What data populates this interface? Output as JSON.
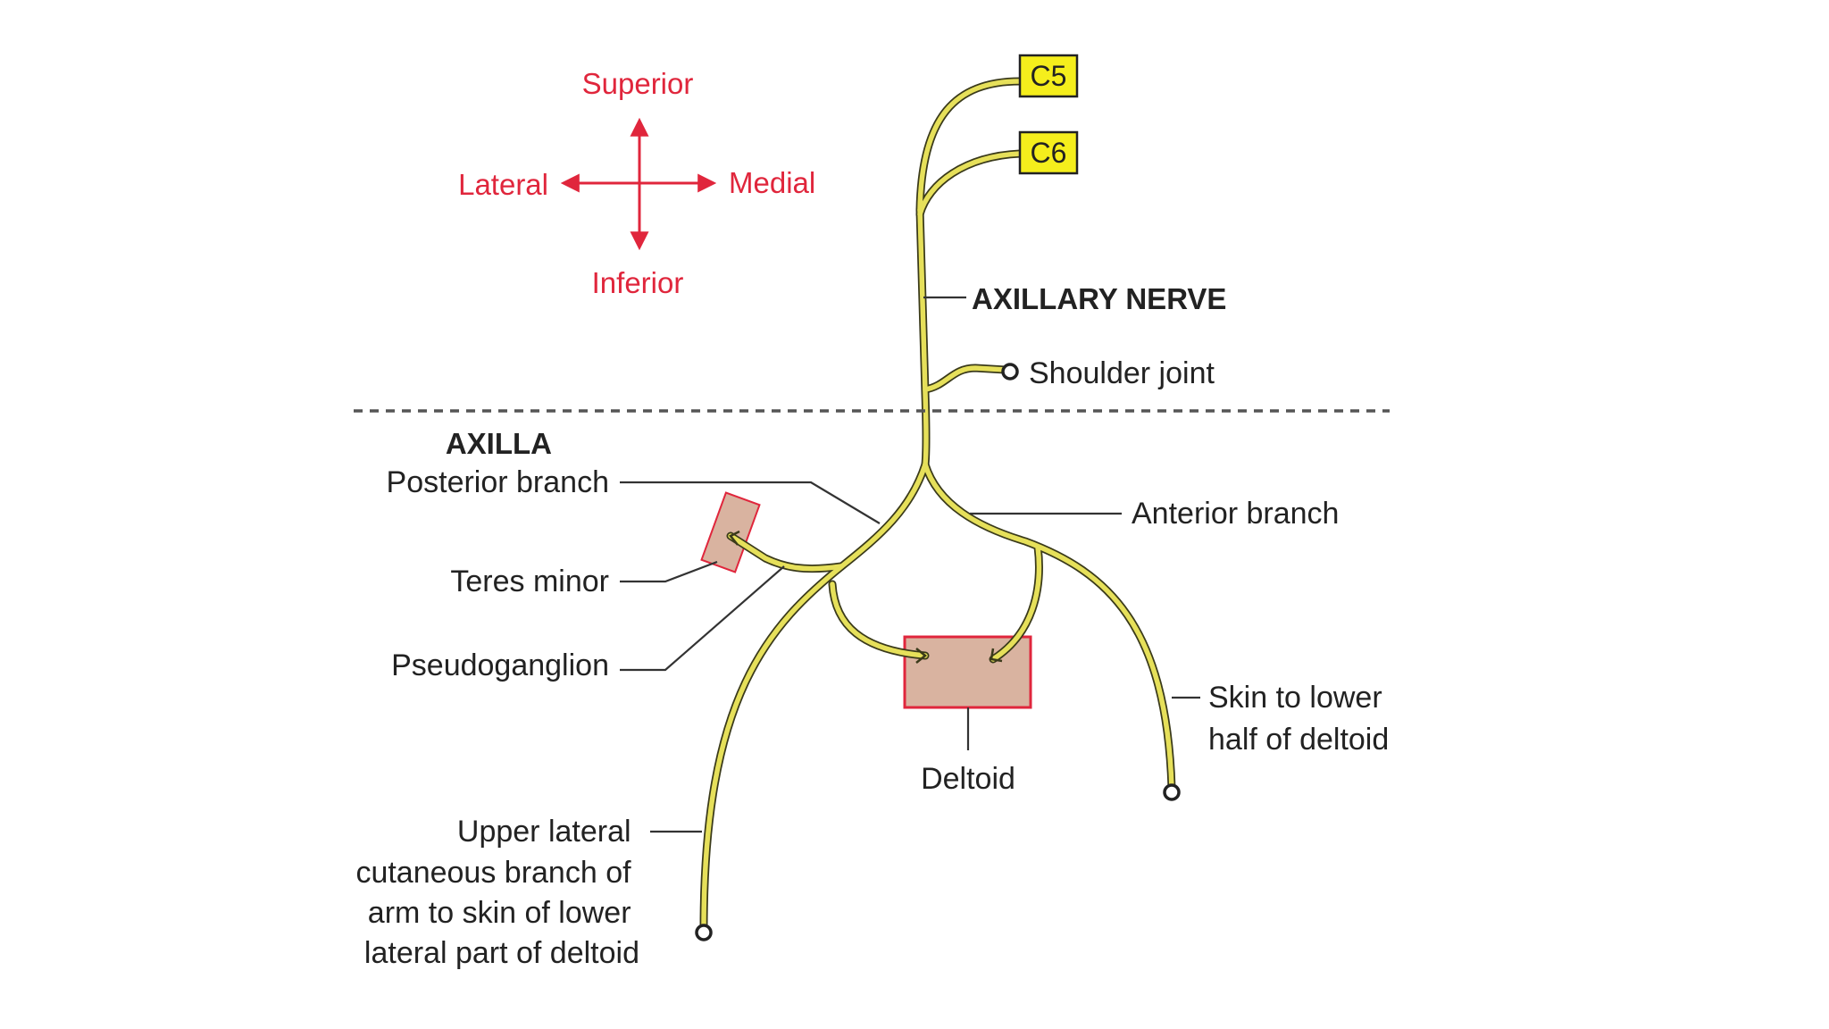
{
  "colors": {
    "nerve": "#e6e05a",
    "nerve_outline": "#3a3a1a",
    "orientation": "#e0263c",
    "root_box": "#f5ee1c",
    "muscle_fill": "#d9b3a0",
    "muscle_border": "#e0263c",
    "text": "#222222"
  },
  "orientation": {
    "superior": "Superior",
    "inferior": "Inferior",
    "lateral": "Lateral",
    "medial": "Medial"
  },
  "roots": {
    "c5": "C5",
    "c6": "C6"
  },
  "labels": {
    "axillary_nerve": "AXILLARY NERVE",
    "shoulder_joint": "Shoulder joint",
    "axilla": "AXILLA",
    "posterior_branch": "Posterior branch",
    "anterior_branch": "Anterior branch",
    "teres_minor": "Teres minor",
    "pseudoganglion": "Pseudoganglion",
    "deltoid": "Deltoid",
    "skin_lower_deltoid": [
      "Skin to lower",
      "half of deltoid"
    ],
    "upper_lateral_cutaneous": [
      "Upper lateral",
      "cutaneous branch of",
      "arm to skin of lower",
      "lateral part of deltoid"
    ]
  }
}
